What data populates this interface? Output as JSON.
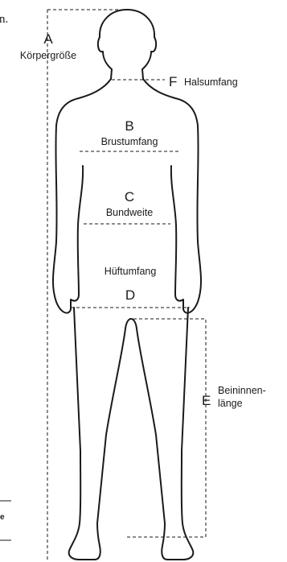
{
  "edge_text": {
    "top_fragment": "n.",
    "bottom_fragment": "e"
  },
  "measurements": {
    "a": {
      "letter": "A",
      "label": "Körpergröße"
    },
    "b": {
      "letter": "B",
      "label": "Brustumfang"
    },
    "c": {
      "letter": "C",
      "label": "Bundweite"
    },
    "d": {
      "letter": "D",
      "label": "Hüftumfang"
    },
    "e": {
      "letter": "E",
      "label_line1": "Beininnen-",
      "label_line2": "länge"
    },
    "f": {
      "letter": "F",
      "label": "Halsumfang"
    }
  },
  "colors": {
    "ink": "#1a1a1a",
    "background": "#ffffff"
  }
}
